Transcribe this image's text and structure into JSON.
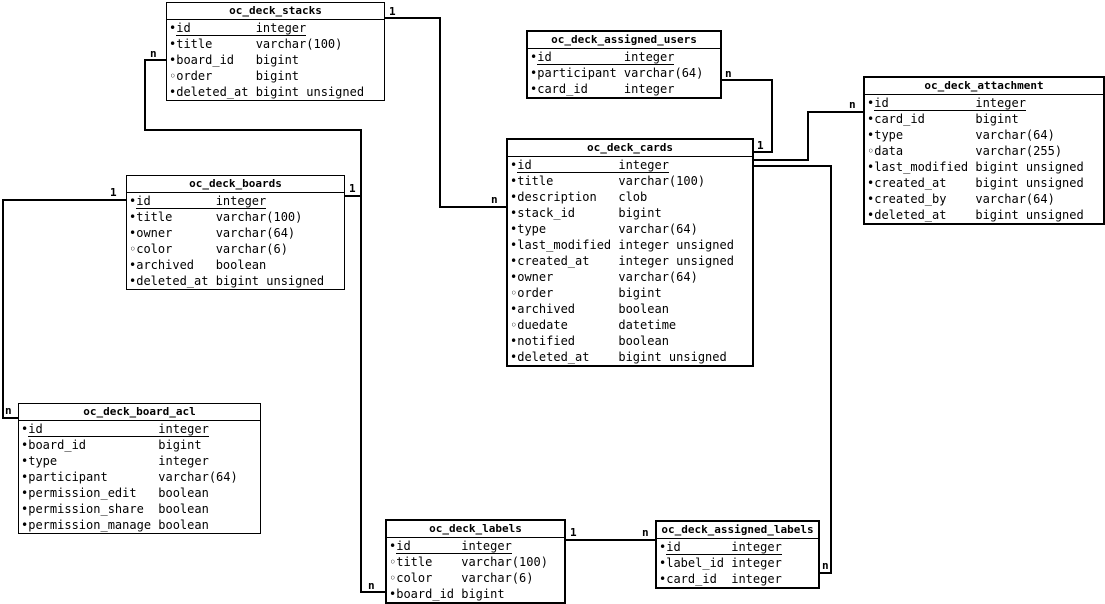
{
  "diagram": {
    "tables": [
      {
        "title": "oc_deck_stacks",
        "columns": [
          {
            "bullet": "•",
            "name": "id",
            "type": "integer"
          },
          {
            "bullet": "•",
            "name": "title",
            "type": "varchar(100)"
          },
          {
            "bullet": "•",
            "name": "board_id",
            "type": "bigint"
          },
          {
            "bullet": "◦",
            "name": "order",
            "type": "bigint"
          },
          {
            "bullet": "•",
            "name": "deleted_at",
            "type": "bigint unsigned"
          }
        ]
      },
      {
        "title": "oc_deck_assigned_users",
        "columns": [
          {
            "bullet": "•",
            "name": "id",
            "type": "integer"
          },
          {
            "bullet": "•",
            "name": "participant",
            "type": "varchar(64)"
          },
          {
            "bullet": "•",
            "name": "card_id",
            "type": "integer"
          }
        ]
      },
      {
        "title": "oc_deck_attachment",
        "columns": [
          {
            "bullet": "•",
            "name": "id",
            "type": "integer"
          },
          {
            "bullet": "•",
            "name": "card_id",
            "type": "bigint"
          },
          {
            "bullet": "•",
            "name": "type",
            "type": "varchar(64)"
          },
          {
            "bullet": "◦",
            "name": "data",
            "type": "varchar(255)"
          },
          {
            "bullet": "•",
            "name": "last_modified",
            "type": "bigint unsigned"
          },
          {
            "bullet": "•",
            "name": "created_at",
            "type": "bigint unsigned"
          },
          {
            "bullet": "•",
            "name": "created_by",
            "type": "varchar(64)"
          },
          {
            "bullet": "•",
            "name": "deleted_at",
            "type": "bigint unsigned"
          }
        ]
      },
      {
        "title": "oc_deck_cards",
        "columns": [
          {
            "bullet": "•",
            "name": "id",
            "type": "integer"
          },
          {
            "bullet": "•",
            "name": "title",
            "type": "varchar(100)"
          },
          {
            "bullet": "•",
            "name": "description",
            "type": "clob"
          },
          {
            "bullet": "•",
            "name": "stack_id",
            "type": "bigint"
          },
          {
            "bullet": "•",
            "name": "type",
            "type": "varchar(64)"
          },
          {
            "bullet": "•",
            "name": "last_modified",
            "type": "integer unsigned"
          },
          {
            "bullet": "•",
            "name": "created_at",
            "type": "integer unsigned"
          },
          {
            "bullet": "•",
            "name": "owner",
            "type": "varchar(64)"
          },
          {
            "bullet": "◦",
            "name": "order",
            "type": "bigint"
          },
          {
            "bullet": "•",
            "name": "archived",
            "type": "boolean"
          },
          {
            "bullet": "◦",
            "name": "duedate",
            "type": "datetime"
          },
          {
            "bullet": "•",
            "name": "notified",
            "type": "boolean"
          },
          {
            "bullet": "•",
            "name": "deleted_at",
            "type": "bigint unsigned"
          }
        ]
      },
      {
        "title": "oc_deck_boards",
        "columns": [
          {
            "bullet": "•",
            "name": "id",
            "type": "integer"
          },
          {
            "bullet": "•",
            "name": "title",
            "type": "varchar(100)"
          },
          {
            "bullet": "•",
            "name": "owner",
            "type": "varchar(64)"
          },
          {
            "bullet": "◦",
            "name": "color",
            "type": "varchar(6)"
          },
          {
            "bullet": "•",
            "name": "archived",
            "type": "boolean"
          },
          {
            "bullet": "•",
            "name": "deleted_at",
            "type": "bigint unsigned"
          }
        ]
      },
      {
        "title": "oc_deck_board_acl",
        "columns": [
          {
            "bullet": "•",
            "name": "id",
            "type": "integer"
          },
          {
            "bullet": "•",
            "name": "board_id",
            "type": "bigint"
          },
          {
            "bullet": "•",
            "name": "type",
            "type": "integer"
          },
          {
            "bullet": "•",
            "name": "participant",
            "type": "varchar(64)"
          },
          {
            "bullet": "•",
            "name": "permission_edit",
            "type": "boolean"
          },
          {
            "bullet": "•",
            "name": "permission_share",
            "type": "boolean"
          },
          {
            "bullet": "•",
            "name": "permission_manage",
            "type": "boolean"
          }
        ]
      },
      {
        "title": "oc_deck_labels",
        "columns": [
          {
            "bullet": "•",
            "name": "id",
            "type": "integer"
          },
          {
            "bullet": "◦",
            "name": "title",
            "type": "varchar(100)"
          },
          {
            "bullet": "◦",
            "name": "color",
            "type": "varchar(6)"
          },
          {
            "bullet": "•",
            "name": "board_id",
            "type": "bigint"
          }
        ]
      },
      {
        "title": "oc_deck_assigned_labels",
        "columns": [
          {
            "bullet": "•",
            "name": "id",
            "type": "integer"
          },
          {
            "bullet": "•",
            "name": "label_id",
            "type": "integer"
          },
          {
            "bullet": "•",
            "name": "card_id",
            "type": "integer"
          }
        ]
      }
    ],
    "relations": [
      {
        "from": "oc_deck_stacks",
        "to": "oc_deck_cards",
        "from_card": "1",
        "to_card": "n"
      },
      {
        "from": "oc_deck_boards",
        "to": "oc_deck_stacks",
        "from_card": "1",
        "to_card": "n"
      },
      {
        "from": "oc_deck_boards",
        "to": "oc_deck_labels",
        "from_card": "1",
        "to_card": "n"
      },
      {
        "from": "oc_deck_boards",
        "to": "oc_deck_board_acl",
        "from_card": "1",
        "to_card": "n"
      },
      {
        "from": "oc_deck_cards",
        "to": "oc_deck_assigned_users",
        "from_card": "1",
        "to_card": "n"
      },
      {
        "from": "oc_deck_cards",
        "to": "oc_deck_attachment",
        "from_card": "1",
        "to_card": "n"
      },
      {
        "from": "oc_deck_cards",
        "to": "oc_deck_assigned_labels",
        "from_card": "1",
        "to_card": "n"
      },
      {
        "from": "oc_deck_labels",
        "to": "oc_deck_assigned_labels",
        "from_card": "1",
        "to_card": "n"
      }
    ]
  }
}
